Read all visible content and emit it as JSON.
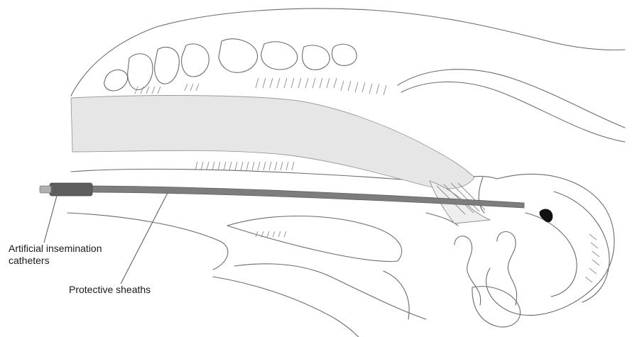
{
  "labels": {
    "catheter_line1": "Artificial insemination",
    "catheter_line2": "catheters",
    "sheath": "Protective sheaths"
  },
  "colors": {
    "outline": "#6b6b6b",
    "tract_fill": "#e6e6e6",
    "sheath_fill": "#7d7d7d",
    "catheter_tip": "#5e5e5e",
    "pointer_line": "#555555"
  }
}
